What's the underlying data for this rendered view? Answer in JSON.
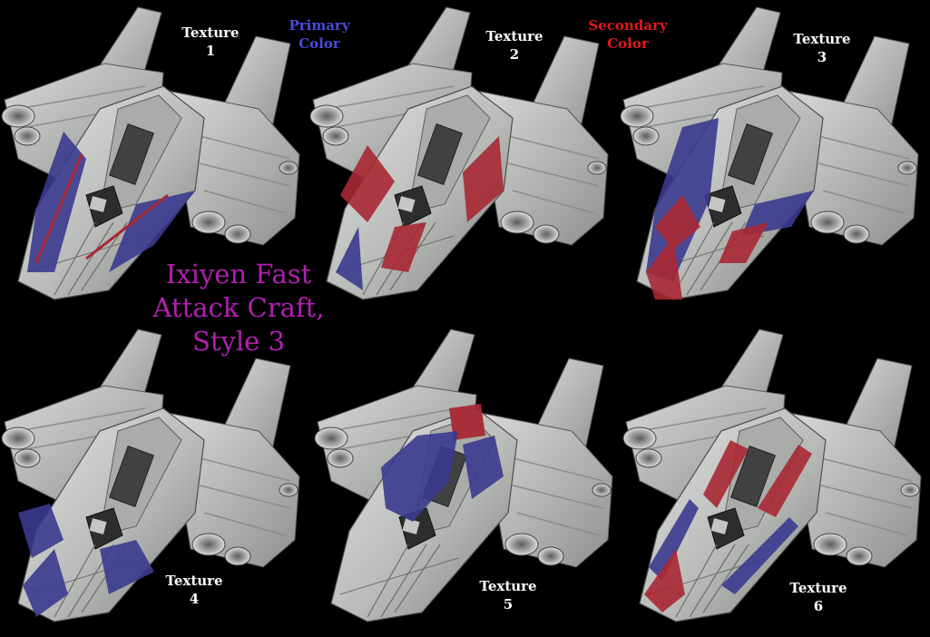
{
  "labels": {
    "texture_1": [
      "Texture",
      "1"
    ],
    "texture_2": [
      "Texture",
      "2"
    ],
    "texture_3": [
      "Texture",
      "3"
    ],
    "texture_4": [
      "Texture",
      "4"
    ],
    "texture_5": [
      "Texture",
      "5"
    ],
    "texture_6": [
      "Texture",
      "6"
    ],
    "primary_color": [
      "Primary",
      "Color"
    ],
    "secondary_color": [
      "Secondary",
      "Color"
    ]
  },
  "title": [
    "Ixiyen Fast",
    "Attack Craft,",
    "Style  3"
  ],
  "colors": {
    "background": "#000000",
    "label_white": "#ffffff",
    "primary_blue": "#4a4adc",
    "secondary_red": "#e01818",
    "title_magenta": "#b020b0",
    "hull_light": "#c9cbc9",
    "hull_dark": "#6f726f",
    "paint_blue": "#3b3a8f",
    "paint_red": "#a82833"
  },
  "ships": [
    {
      "texture": "1",
      "paint": "blue_hull_red_stripes"
    },
    {
      "texture": "2",
      "paint": "red_panels"
    },
    {
      "texture": "3",
      "paint": "blue_hull_red_panels"
    },
    {
      "texture": "4",
      "paint": "blue_lower_panels"
    },
    {
      "texture": "5",
      "paint": "blue_canopy_red_top"
    },
    {
      "texture": "6",
      "paint": "red_blue_stripes"
    }
  ]
}
